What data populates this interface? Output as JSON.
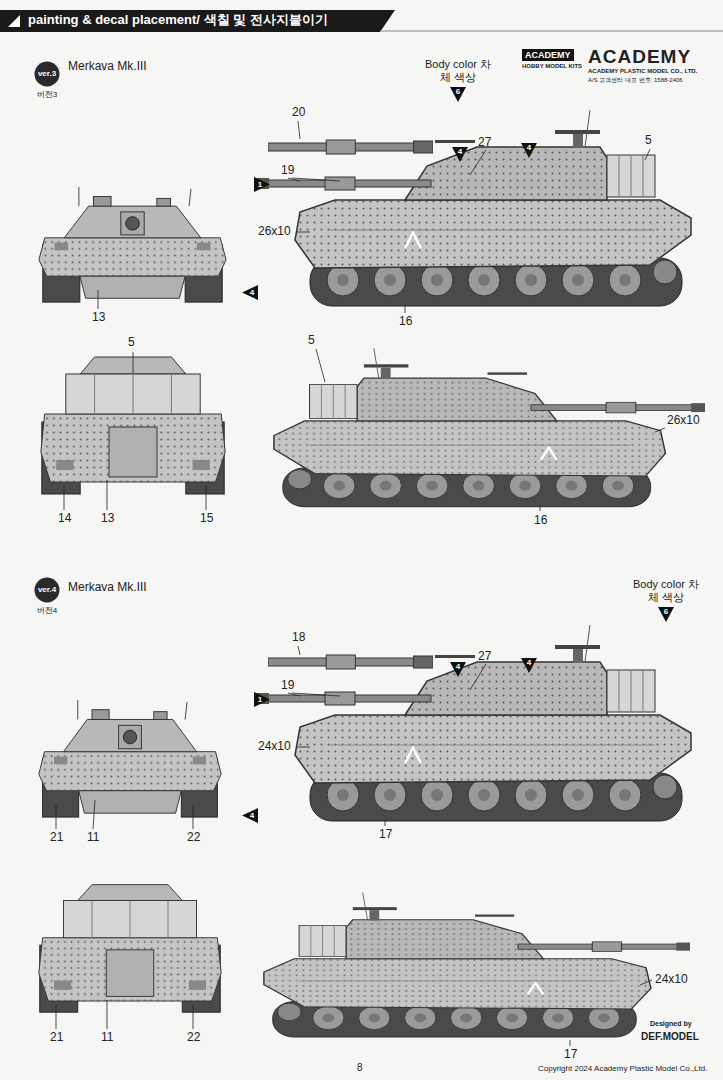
{
  "diagram": {
    "title": "painting & decal placement/ 색칠 및 전사지붙이기",
    "nodes": [
      {
        "text": [
          "ver.3",
          "버전3"
        ]
      },
      {
        "text": [
          "Body color 차체 색상",
          "6"
        ]
      },
      {
        "text": [
          "1"
        ]
      },
      {
        "text": [
          "4"
        ]
      },
      {
        "text": [
          "4"
        ]
      },
      {
        "text": [
          "4"
        ]
      },
      {
        "text": [
          "ver.4",
          "버전4"
        ]
      },
      {
        "text": [
          "Body color 차체 색상",
          "6"
        ]
      },
      {
        "text": [
          "1"
        ]
      },
      {
        "text": [
          "4"
        ]
      },
      {
        "text": [
          "4"
        ]
      },
      {
        "text": [
          "4"
        ]
      }
    ],
    "labels": [
      "Merkava Mk.III",
      "ACADEMY",
      "HOBBY MODEL KITS",
      "ACADEMY",
      "ACADEMY PLASTIC MODEL CO., LTD.",
      "A/S 고객센터 대표 번호: 1588-2406",
      "20",
      "27",
      "5",
      "19",
      "26x10",
      "13",
      "16",
      "5",
      "5",
      "26x10",
      "14",
      "13",
      "15",
      "16",
      "Merkava Mk.III",
      "18",
      "27",
      "19",
      "24x10",
      "21",
      "11",
      "22",
      "17",
      "21",
      "11",
      "22",
      "24x10",
      "17",
      "Designed by",
      "DEF.MODEL",
      "8",
      "Copyright 2024 Academy Plastic Model Co.,Ltd."
    ]
  }
}
